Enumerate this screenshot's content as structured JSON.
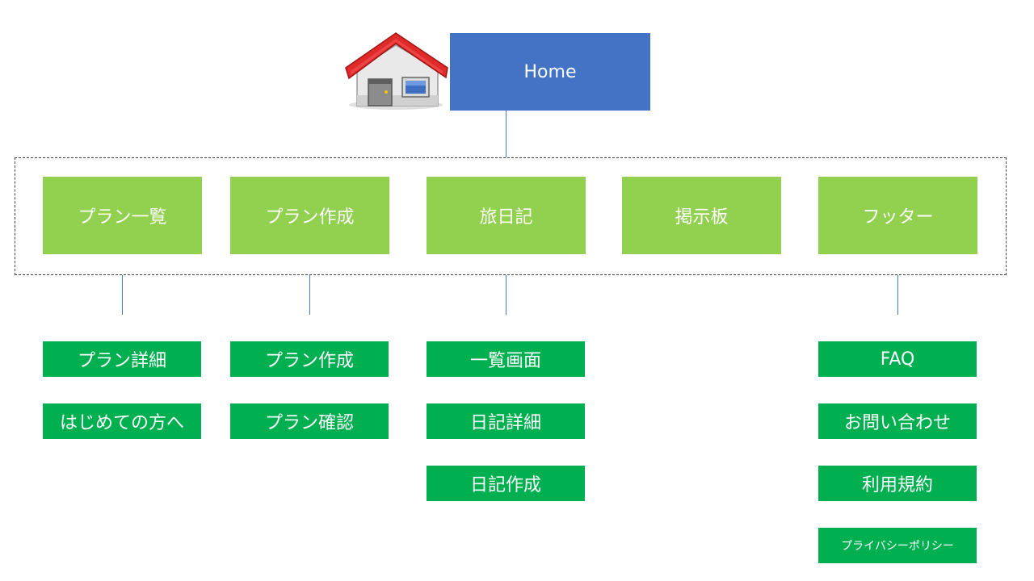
{
  "colors": {
    "home": "#4472c4",
    "category": "#92d050",
    "page": "#00b050",
    "connector": "#4a78b8"
  },
  "icon": "house-icon",
  "home": {
    "label": "Home"
  },
  "categories": [
    {
      "label": "プラン一覧",
      "children": [
        "プラン詳細",
        "はじめての方へ"
      ]
    },
    {
      "label": "プラン作成",
      "children": [
        "プラン作成",
        "プラン確認"
      ]
    },
    {
      "label": "旅日記",
      "children": [
        "一覧画面",
        "日記詳細",
        "日記作成"
      ]
    },
    {
      "label": "掲示板",
      "children": []
    },
    {
      "label": "フッター",
      "children": [
        "FAQ",
        "お問い合わせ",
        "利用規約",
        "プライバシーポリシー"
      ]
    }
  ]
}
